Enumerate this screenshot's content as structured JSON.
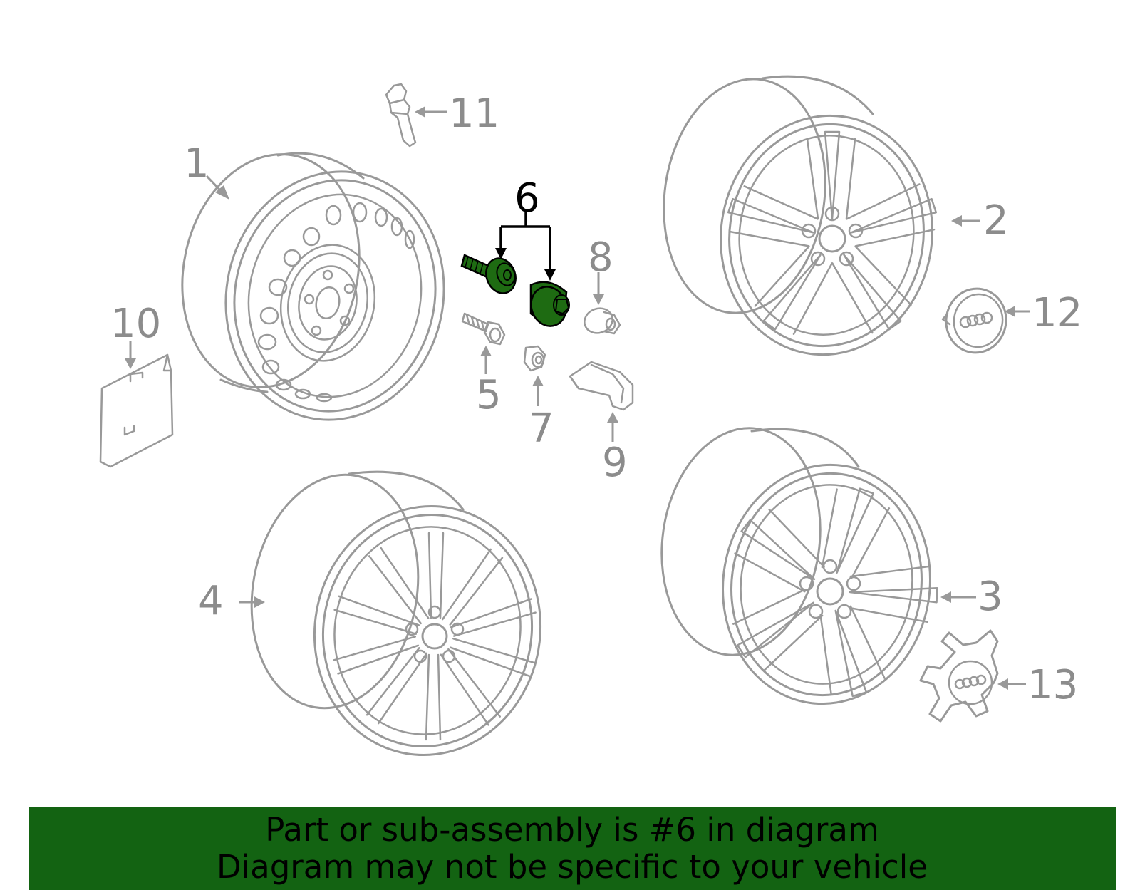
{
  "diagram": {
    "highlighted_part": "6",
    "highlight_color": "#1e6b12",
    "line_color": "#999999",
    "callouts": [
      {
        "id": "1",
        "label": "1",
        "part": "steel-spare-wheel"
      },
      {
        "id": "2",
        "label": "2",
        "part": "alloy-wheel-five-double-spoke"
      },
      {
        "id": "3",
        "label": "3",
        "part": "alloy-wheel-five-split-spoke"
      },
      {
        "id": "4",
        "label": "4",
        "part": "alloy-wheel-ten-spoke"
      },
      {
        "id": "5",
        "label": "5",
        "part": "wheel-bolt"
      },
      {
        "id": "6",
        "label": "6",
        "part": "locking-bolt-set"
      },
      {
        "id": "7",
        "label": "7",
        "part": "valve-nut"
      },
      {
        "id": "8",
        "label": "8",
        "part": "bolt-cap"
      },
      {
        "id": "9",
        "label": "9",
        "part": "tire-pressure-sensor"
      },
      {
        "id": "10",
        "label": "10",
        "part": "tire-label"
      },
      {
        "id": "11",
        "label": "11",
        "part": "valve-stem"
      },
      {
        "id": "12",
        "label": "12",
        "part": "center-cap-round"
      },
      {
        "id": "13",
        "label": "13",
        "part": "center-cap-star"
      }
    ]
  },
  "banner": {
    "line1": "Part or sub-assembly is #6 in diagram",
    "line2": "Diagram may not be specific to your vehicle",
    "background": "#136312"
  }
}
